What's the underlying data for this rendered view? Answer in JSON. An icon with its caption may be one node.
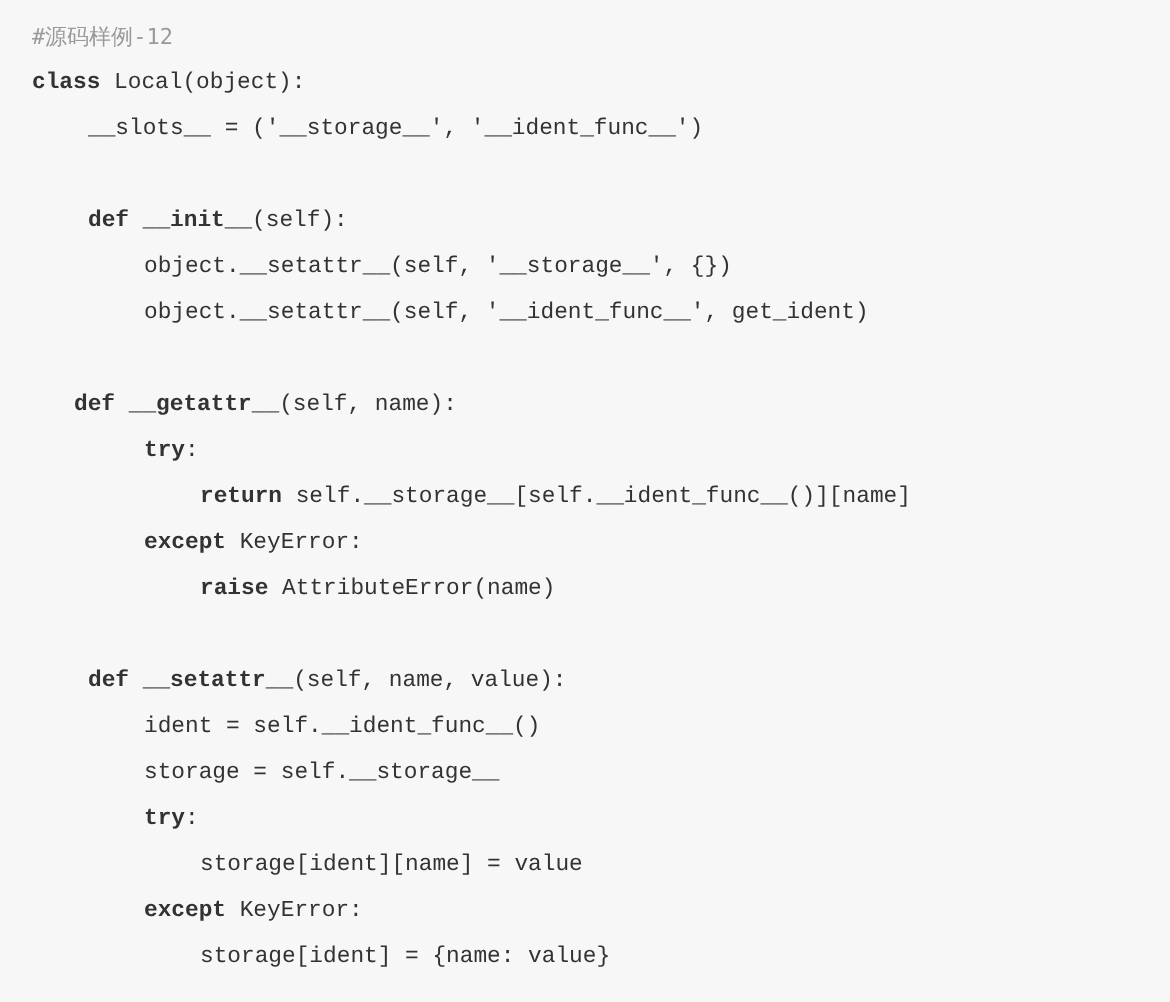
{
  "diagram": {
    "labels": [
      "#源码样例-12",
      "**class** Local(object):",
      "__slots__ = ('__storage__', '__ident_func__')",
      "**def** **__init__**(self):",
      "object.__setattr__(self, '__storage__', {})",
      "object.__setattr__(self, '__ident_func__', get_ident)",
      "**def** **__getattr__**(self, name):",
      "**try**:",
      "**return** self.__storage__[self.__ident_func__()][name]",
      "**except** KeyError:",
      "**raise** AttributeError(name)",
      "**def** **__setattr__**(self, name, value):",
      "ident = self.__ident_func__()",
      "storage = self.__storage__",
      "**try**:",
      "storage[ident][name] = value",
      "**except** KeyError:",
      "storage[ident] = {name: value}"
    ]
  }
}
